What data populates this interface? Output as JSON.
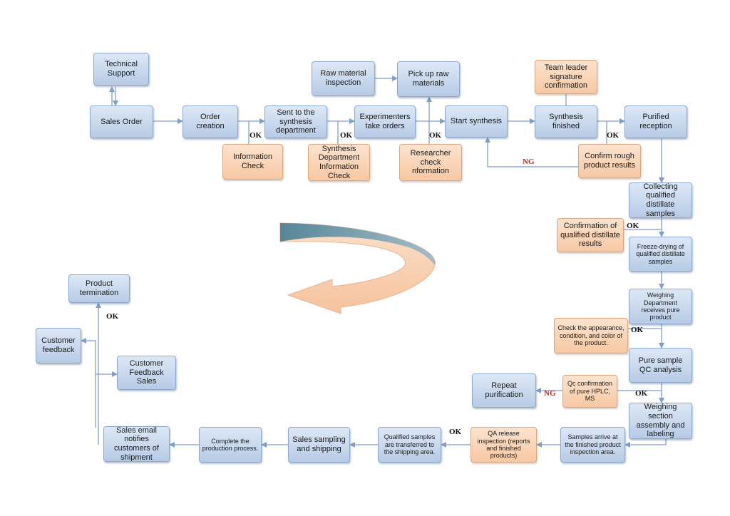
{
  "colors": {
    "node_blue": "#c9d9ee",
    "node_orange": "#f9d2b4",
    "connector": "#7f9fc6",
    "ng_text": "#cc1f1f",
    "ok_text": "#111111",
    "arrow_fill": "#f8cfae",
    "arrow_band": "#6f98ab"
  },
  "nodes": {
    "technical_support": "Technical Support",
    "sales_order": "Sales Order",
    "order_creation": "Order creation",
    "information_check": "Information Check",
    "sent_to_synthesis": "Sent to the synthesis department",
    "synthesis_dept_info_check": "Synthesis Department Information Check",
    "raw_material_inspection": "Raw material inspection",
    "pick_up_raw_materials": "Pick up raw materials",
    "experimenters_take_orders": "Experimenters take orders",
    "researcher_check": "Researcher check nformation",
    "start_synthesis": "Start synthesis",
    "team_leader_signature": "Team leader signature confirmation",
    "synthesis_finished": "Synthesis finished",
    "confirm_rough_product": "Confirm rough product results",
    "purified_reception": "Purified reception",
    "collecting_distillate": "Collecting qualified distillate samples",
    "confirmation_distillate": "Confirmation of qualified distillate results",
    "freeze_drying": "Freeze-drying of qualified distillate samples",
    "weighing_receives": "Weighing Department receives pure product",
    "check_appearance": "Check the appearance, condition, and color of the product.",
    "pure_sample_qc": "Pure sample QC analysis",
    "qc_confirmation": "Qc confirmation of pure HPLC, MS",
    "repeat_purification": "Repeat purification",
    "weighing_assembly": "Weighing section assembly and labeling",
    "samples_arrive": "Samples arrive at the finished product inspection area.",
    "qa_release": "QA release inspection (reports and finished products)",
    "qualified_transferred": "Qualified samples are transferred to the shipping area.",
    "sales_sampling": "Sales sampling and shipping",
    "complete_production": "Complete the production process.",
    "sales_email": "Sales email notifies customers of shipment",
    "customer_feedback_sales": "Customer Feedback Sales",
    "customer_feedback": "Customer feedback",
    "product_termination": "Product termination"
  },
  "labels": {
    "ok_info_check": "OK",
    "ok_synthesis_dept": "OK",
    "ok_researcher": "OK",
    "ok_rough_product": "OK",
    "ng_rough_product": "NG",
    "ok_distillate": "OK",
    "ok_appearance": "OK",
    "ok_qc": "OK",
    "ng_qc": "NG",
    "ok_qa": "OK",
    "ok_termination": "OK"
  }
}
